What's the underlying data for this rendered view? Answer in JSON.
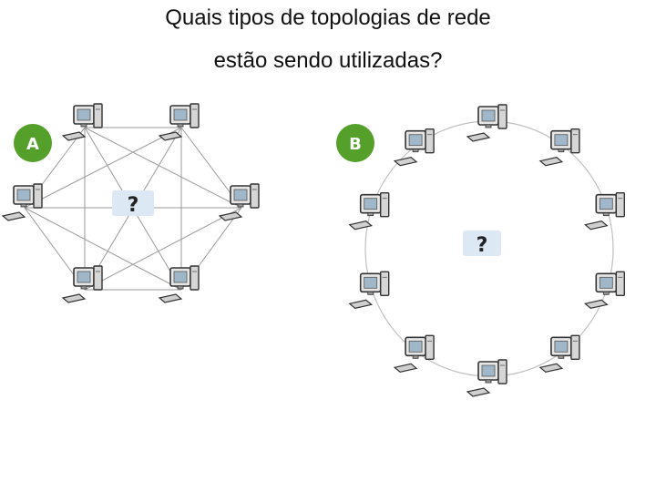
{
  "title": {
    "line1": "Quais tipos de topologias de rede",
    "line2": "estão sendo utilizadas?"
  },
  "topology_a": {
    "badge": "A",
    "question": "?",
    "node_count": 6,
    "connection": "full-mesh"
  },
  "topology_b": {
    "badge": "B",
    "question": "?",
    "node_count": 10,
    "connection": "ring"
  },
  "colors": {
    "badge_green": "#55a02b",
    "question_box": "#dce8f4",
    "mesh_line": "#9a9a9a",
    "ring_line": "#c0c0c0"
  },
  "icons": {
    "node": "desktop-computer-icon"
  }
}
